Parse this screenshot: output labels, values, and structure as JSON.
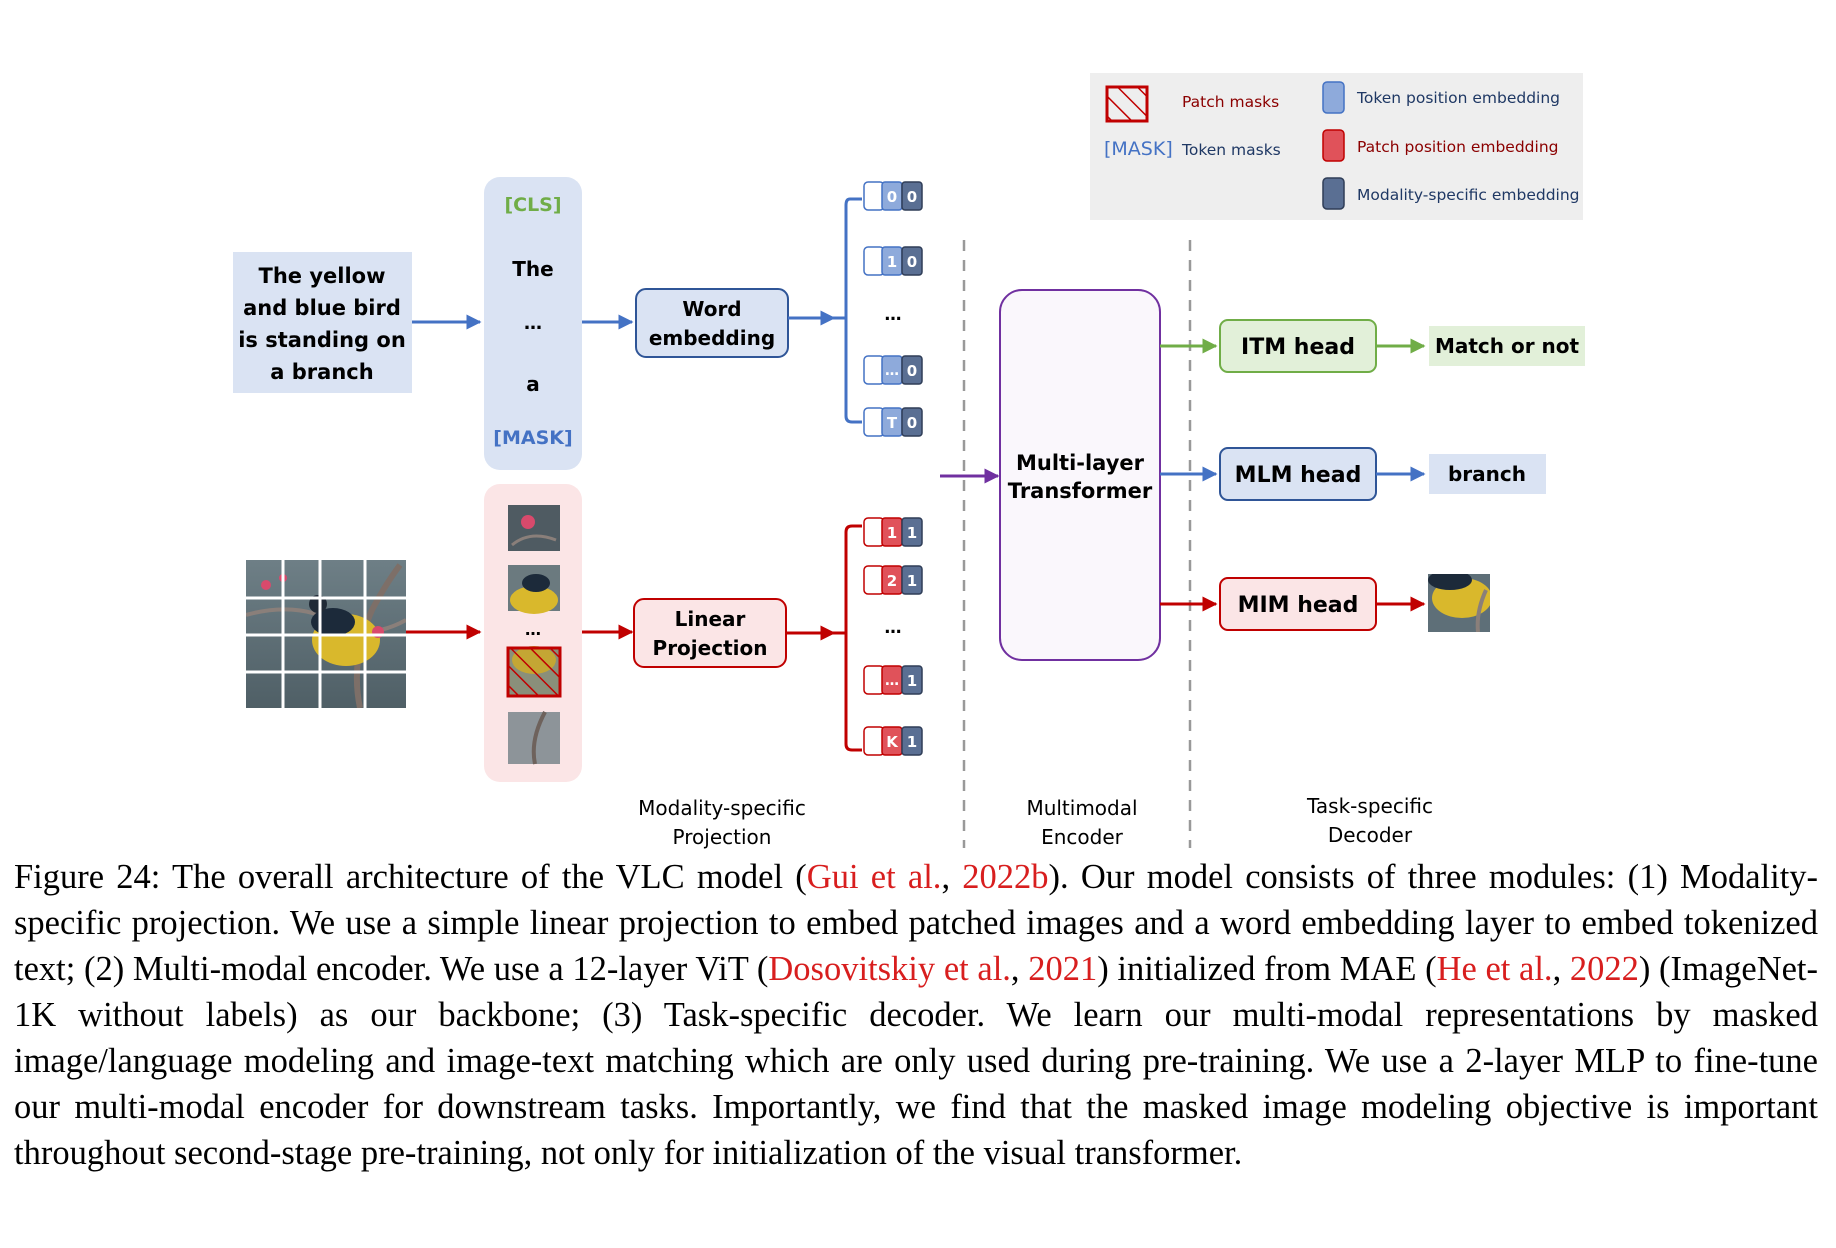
{
  "legend": {
    "patch_masks": "Patch masks",
    "mask_token": "[MASK]",
    "token_masks": "Token masks",
    "token_position_embedding": "Token position embedding",
    "patch_position_embedding": "Patch position embedding",
    "modality_specific_embedding": "Modality-specific embedding"
  },
  "input_text": [
    "The yellow",
    "and blue bird",
    "is standing on",
    "a branch"
  ],
  "text_tokens": [
    "[CLS]",
    "The",
    "…",
    "a",
    "[MASK]"
  ],
  "image_tokens_ellipsis": "…",
  "word_embedding": [
    "Word",
    "embedding"
  ],
  "linear_projection": [
    "Linear",
    "Projection"
  ],
  "text_embeddings": [
    {
      "pos": "0",
      "mod": "0"
    },
    {
      "pos": "1",
      "mod": "0"
    },
    {
      "pos": "…",
      "mod": "0"
    },
    {
      "pos": "T",
      "mod": "0"
    }
  ],
  "image_embeddings": [
    {
      "pos": "1",
      "mod": "1"
    },
    {
      "pos": "2",
      "mod": "1"
    },
    {
      "pos": "…",
      "mod": "1"
    },
    {
      "pos": "K",
      "mod": "1"
    }
  ],
  "embedding_ellipsis": "…",
  "encoder": [
    "Multi-layer",
    "Transformer"
  ],
  "heads": {
    "itm": "ITM head",
    "mlm": "MLM head",
    "mim": "MIM head"
  },
  "outputs": {
    "itm": "Match or not",
    "mlm": "branch"
  },
  "sections": {
    "projection": [
      "Modality-specific",
      "Projection"
    ],
    "encoder": [
      "Multimodal",
      "Encoder"
    ],
    "decoder": [
      "Task-specific",
      "Decoder"
    ]
  },
  "caption": {
    "p1": "Figure 24: The overall architecture of the VLC model (",
    "c1a": "Gui et al.",
    "p2": ", ",
    "c1b": "2022b",
    "p3": "). Our model consists of three modules: (1) Modality-specific projection.  We use a simple linear projection to embed patched images and a word embedding layer to embed tokenized text; (2) Multi-modal encoder. We use a 12-layer ViT  (",
    "c2a": "Dosovitskiy et al.",
    "p4": ", ",
    "c2b": "2021",
    "p5": ") initialized from MAE (",
    "c3a": "He et al.",
    "p6": ", ",
    "c3b": "2022",
    "p7": ") (ImageNet-1K without labels) as our backbone; (3) Task-specific decoder. We learn our multi-modal representations by masked image/language modeling and image-text matching which are only used during pre-training. We use a 2-layer MLP to fine-tune our multi-modal encoder for downstream tasks. Importantly, we find that the masked image modeling objective is important throughout second-stage pre-training, not only for initialization of the visual transformer."
  },
  "colors": {
    "blue": "#4472c4",
    "blue_fill": "#dae3f3",
    "red": "#c00000",
    "red_fill": "#fbe5e6",
    "green": "#70ad47",
    "green_fill": "#e2f0d9",
    "purple": "#7030a0",
    "dark_blue": "#44546a"
  }
}
